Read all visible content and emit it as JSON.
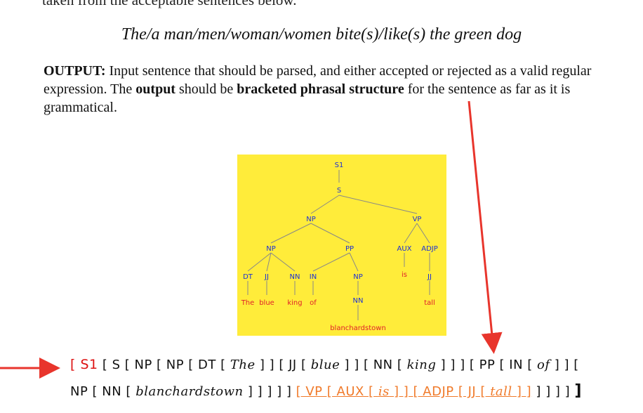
{
  "top_fragment": "taken from the acceptable sentences below.",
  "example_sentence": "The/a man/men/woman/women bite(s)/like(s) the green dog",
  "output_para": {
    "label": "OUTPUT:",
    "text1": " Input sentence that should be parsed, and either accepted or rejected as a valid regular expression. The ",
    "bold1": "output",
    "text2": " should be ",
    "bold2": "bracketed phrasal structure",
    "text3": " for the sentence as far as it is grammatical."
  },
  "tree": {
    "nodes": {
      "s1": "S1",
      "s": "S",
      "np_top": "NP",
      "vp": "VP",
      "np_sub": "NP",
      "pp": "PP",
      "aux": "AUX",
      "adjp": "ADJP",
      "dt": "DT",
      "jj1": "JJ",
      "nn1": "NN",
      "in": "IN",
      "np_pp": "NP",
      "jj2": "JJ",
      "nn2": "NN"
    },
    "words": {
      "the": "The",
      "blue": "blue",
      "king": "king",
      "of": "of",
      "is": "is",
      "tall": "tall",
      "blanchardstown": "blanchardstown"
    }
  },
  "bracket_line1": {
    "s1_open": "[ S1",
    "rest": "[ S [ NP [ NP [ DT [",
    "w_the": "The",
    "p2": "] ] [ JJ [",
    "w_blue": "blue",
    "p3": "] ] [ NN [",
    "w_king": "king",
    "p4": "] ] ] [ PP [ IN [",
    "w_of": "of",
    "p5": "] ] ["
  },
  "bracket_line2": {
    "p1": "NP [ NN [",
    "w_blanch": "blanchardstown",
    "p2": "] ] ] ] ]",
    "vp_a": "[ VP [ AUX [",
    "w_is": "is",
    "vp_b": "] ] [ ADJP [ JJ [",
    "w_tall": "tall",
    "vp_c": "] ]",
    "p3": "] ] ] ]",
    "end": "]"
  },
  "colors": {
    "tree_bg": "#ffec3a",
    "label_blue": "#1a2fd6",
    "word_red": "#e0202a",
    "arrow": "#e8352c",
    "vp_orange": "#f07a2a"
  }
}
